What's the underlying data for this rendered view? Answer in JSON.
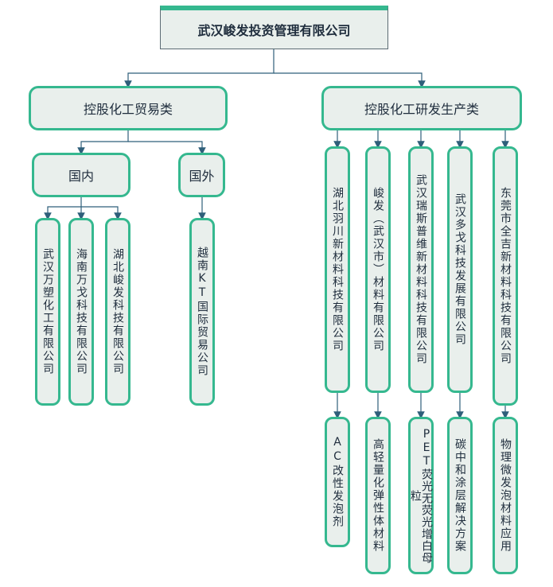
{
  "root": {
    "label": "武汉峻发投资管理有限公司"
  },
  "branches": [
    {
      "label": "控股化工贸易类"
    },
    {
      "label": "控股化工研发生产类"
    }
  ],
  "trade": {
    "groups": [
      {
        "label": "国内",
        "companies": [
          "武汉万塑化工有限公司",
          "海南万戈科技有限公司",
          "湖北峻发科技有限公司"
        ]
      },
      {
        "label": "国外",
        "companies": [
          "越南KT国际贸易公司"
        ]
      }
    ]
  },
  "rd": {
    "companies": [
      "湖北羽川新材料科技有限公司",
      "峻发（武汉市）材料有限公司",
      "武汉瑞斯普维新材料科技有限公司",
      "武汉多戈科技发展有限公司",
      "东莞市全吉新材料科技有限公司"
    ],
    "products": [
      "AC改性发泡剂",
      "高轻量化弹性体材料",
      "PET荧光无荧光增白母粒",
      "碳中和涂层解决方案",
      "物理微发泡材料应用"
    ]
  },
  "colors": {
    "border": "#35b88f",
    "fill": "#e9efec",
    "line": "#2f5f7a"
  }
}
